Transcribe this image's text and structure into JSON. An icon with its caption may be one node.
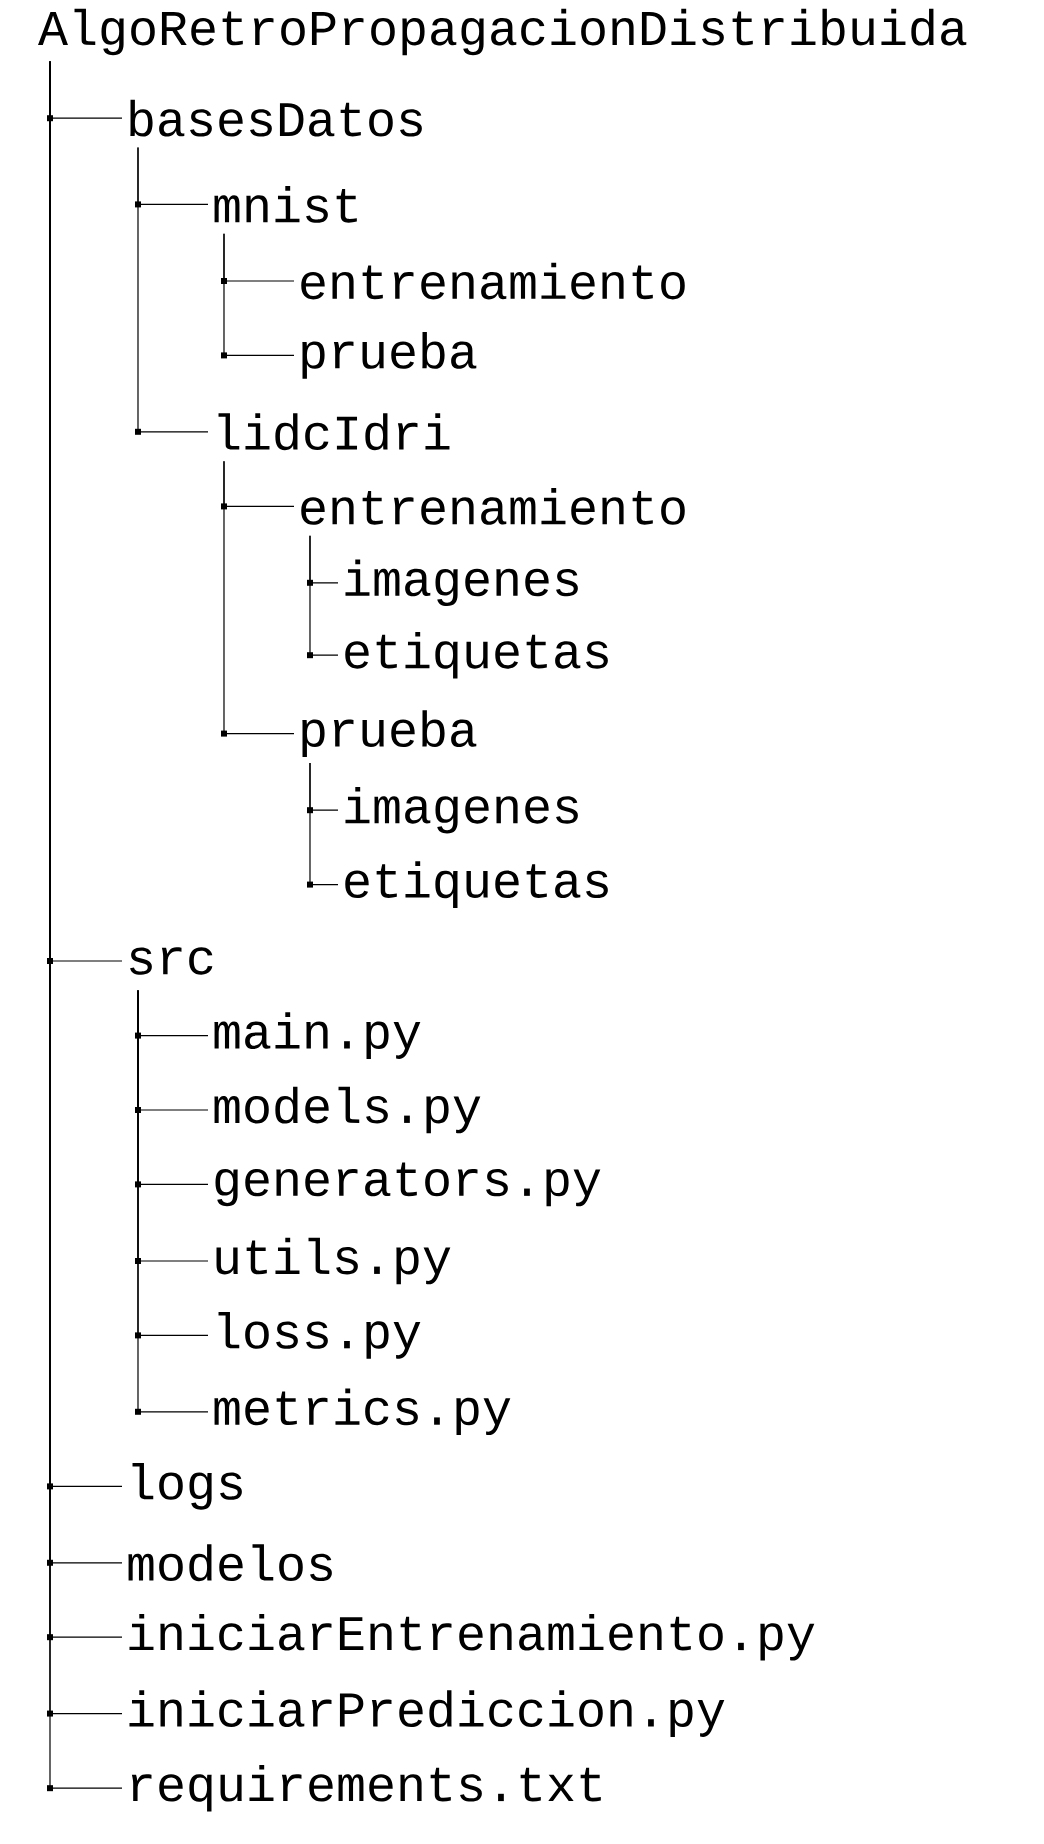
{
  "diagram": {
    "nodes": [
      {
        "text": [
          "AlgoRetroPropagacionDistribuida"
        ]
      },
      {
        "text": [
          "basesDatos"
        ]
      },
      {
        "text": [
          "mnist"
        ]
      },
      {
        "text": [
          "entrenamiento"
        ]
      },
      {
        "text": [
          "prueba"
        ]
      },
      {
        "text": [
          "lidcIdri"
        ]
      },
      {
        "text": [
          "entrenamiento"
        ]
      },
      {
        "text": [
          "imagenes"
        ]
      },
      {
        "text": [
          "etiquetas"
        ]
      },
      {
        "text": [
          "prueba"
        ]
      },
      {
        "text": [
          "imagenes"
        ]
      },
      {
        "text": [
          "etiquetas"
        ]
      },
      {
        "text": [
          "src"
        ]
      },
      {
        "text": [
          "main.py"
        ]
      },
      {
        "text": [
          "models.py"
        ]
      },
      {
        "text": [
          "generators.py"
        ]
      },
      {
        "text": [
          "utils.py"
        ]
      },
      {
        "text": [
          "loss.py"
        ]
      },
      {
        "text": [
          "metrics.py"
        ]
      },
      {
        "text": [
          "logs"
        ]
      },
      {
        "text": [
          "modelos"
        ]
      },
      {
        "text": [
          "iniciarEntrenamiento.py"
        ]
      },
      {
        "text": [
          "iniciarPrediccion.py"
        ]
      },
      {
        "text": [
          "requirements.txt"
        ]
      }
    ],
    "edges": [
      {
        "from": 0,
        "to": 1,
        "arrow": "none"
      },
      {
        "from": 1,
        "to": 2,
        "arrow": "none"
      },
      {
        "from": 2,
        "to": 3,
        "arrow": "none"
      },
      {
        "from": 2,
        "to": 4,
        "arrow": "none"
      },
      {
        "from": 1,
        "to": 5,
        "arrow": "none"
      },
      {
        "from": 5,
        "to": 6,
        "arrow": "none"
      },
      {
        "from": 6,
        "to": 7,
        "arrow": "none"
      },
      {
        "from": 6,
        "to": 8,
        "arrow": "none"
      },
      {
        "from": 5,
        "to": 9,
        "arrow": "none"
      },
      {
        "from": 9,
        "to": 10,
        "arrow": "none"
      },
      {
        "from": 9,
        "to": 11,
        "arrow": "none"
      },
      {
        "from": 0,
        "to": 12,
        "arrow": "none"
      },
      {
        "from": 12,
        "to": 13,
        "arrow": "none"
      },
      {
        "from": 12,
        "to": 14,
        "arrow": "none"
      },
      {
        "from": 12,
        "to": 15,
        "arrow": "none"
      },
      {
        "from": 12,
        "to": 16,
        "arrow": "none"
      },
      {
        "from": 12,
        "to": 17,
        "arrow": "none"
      },
      {
        "from": 12,
        "to": 18,
        "arrow": "none"
      },
      {
        "from": 0,
        "to": 19,
        "arrow": "none"
      },
      {
        "from": 0,
        "to": 20,
        "arrow": "none"
      },
      {
        "from": 0,
        "to": 21,
        "arrow": "none"
      },
      {
        "from": 0,
        "to": 22,
        "arrow": "none"
      },
      {
        "from": 0,
        "to": 23,
        "arrow": "none"
      }
    ]
  }
}
